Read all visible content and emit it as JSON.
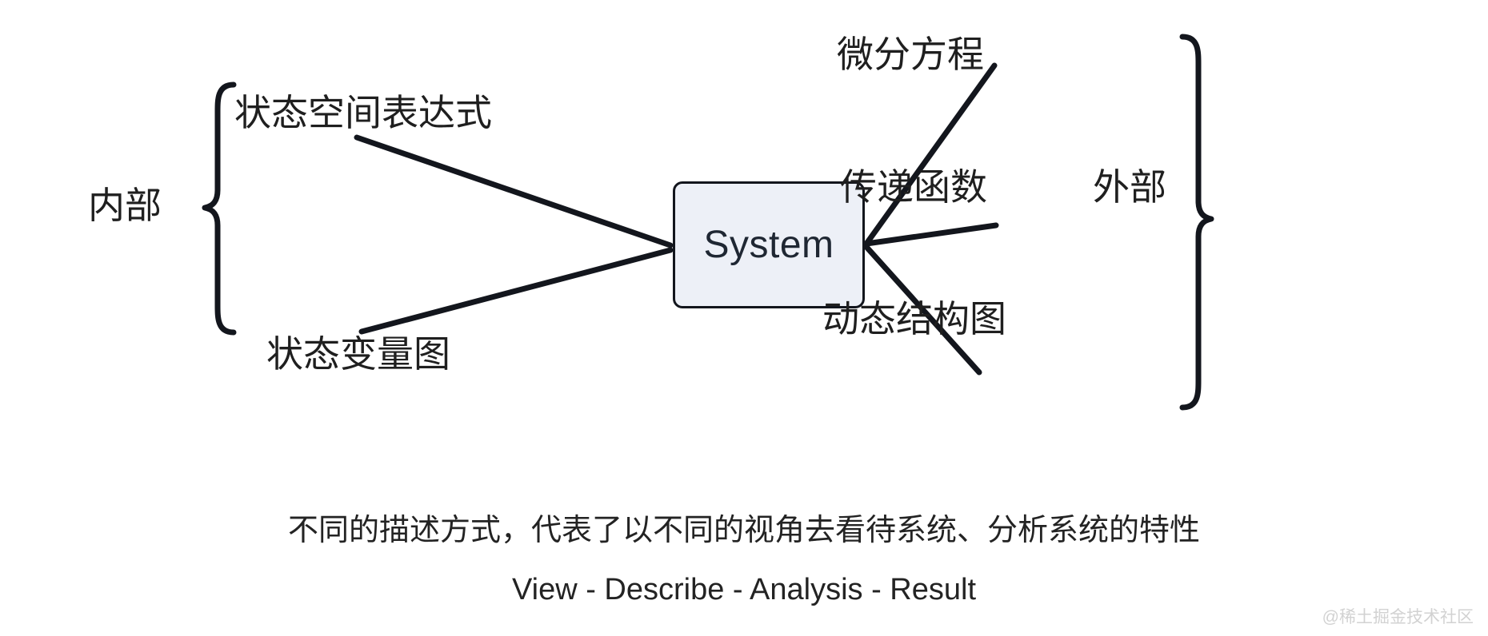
{
  "diagram": {
    "center_node": {
      "label": "System"
    },
    "left_group": {
      "bracket_label": "内部",
      "items": [
        {
          "label": "状态空间表达式"
        },
        {
          "label": "状态变量图"
        }
      ]
    },
    "right_group": {
      "bracket_label": "外部",
      "items": [
        {
          "label": "微分方程"
        },
        {
          "label": "传递函数"
        },
        {
          "label": "动态结构图"
        }
      ]
    },
    "caption": {
      "line1": "不同的描述方式，代表了以不同的视角去看待系统、分析系统的特性",
      "line2": "View - Describe - Analysis -  Result"
    },
    "watermark": "@稀土掘金技术社区",
    "colors": {
      "stroke": "#13161d",
      "node_fill": "#edf0f7",
      "node_text": "#1f2733",
      "label_text": "#1f1f1f",
      "watermark": "#d2d2d2",
      "background": "#ffffff"
    }
  }
}
